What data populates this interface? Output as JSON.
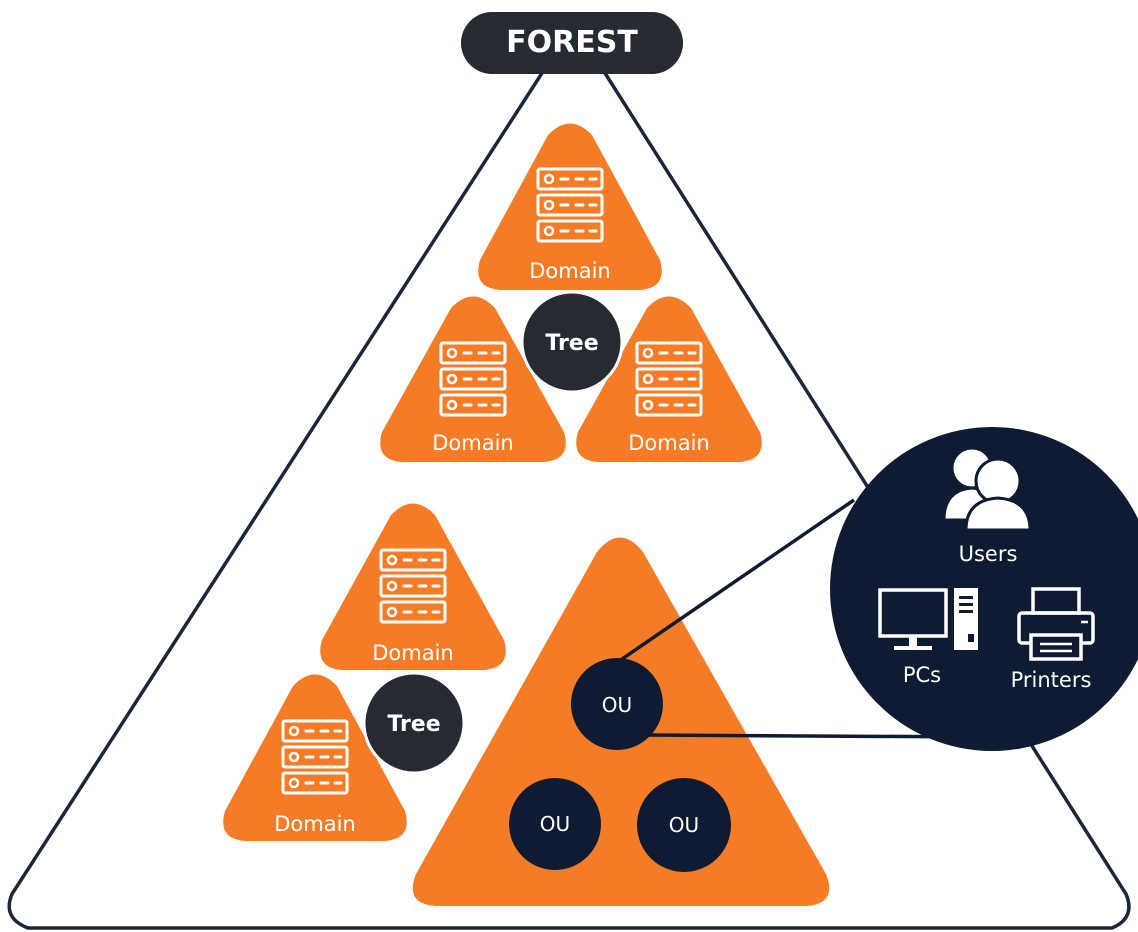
{
  "forest": {
    "title": "FOREST"
  },
  "trees": [
    {
      "label": "Tree",
      "domains": [
        "Domain",
        "Domain",
        "Domain"
      ]
    },
    {
      "label": "Tree",
      "domains": [
        "Domain",
        "Domain"
      ]
    }
  ],
  "ou_group": {
    "units": [
      "OU",
      "OU",
      "OU"
    ]
  },
  "ou_detail": {
    "users": "Users",
    "pcs": "PCs",
    "printers": "Printers"
  },
  "colors": {
    "orange": "#F47C26",
    "navy": "#0F1B33",
    "charcoal": "#252A33",
    "outline": "#1B2638",
    "white": "#FFFFFF"
  },
  "icons": [
    "server-icon",
    "users-icon",
    "pc-icon",
    "printer-icon"
  ]
}
